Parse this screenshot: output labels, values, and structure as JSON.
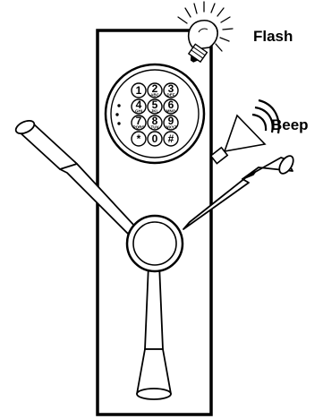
{
  "labels": {
    "flash": "Flash",
    "beep": "Beep"
  },
  "icons": [
    "light-bulb-icon",
    "speaker-icon"
  ],
  "keypad": {
    "keys": [
      {
        "num": "1",
        "sub": ""
      },
      {
        "num": "2",
        "sub": "ABC"
      },
      {
        "num": "3",
        "sub": "DEF"
      },
      {
        "num": "4",
        "sub": "GHI"
      },
      {
        "num": "5",
        "sub": "JKL"
      },
      {
        "num": "6",
        "sub": "MNO"
      },
      {
        "num": "7",
        "sub": "PQRS"
      },
      {
        "num": "8",
        "sub": "TUV"
      },
      {
        "num": "9",
        "sub": "WXYZ"
      },
      {
        "num": "*",
        "sub": ""
      },
      {
        "num": "0",
        "sub": ""
      },
      {
        "num": "#",
        "sub": ""
      }
    ]
  }
}
